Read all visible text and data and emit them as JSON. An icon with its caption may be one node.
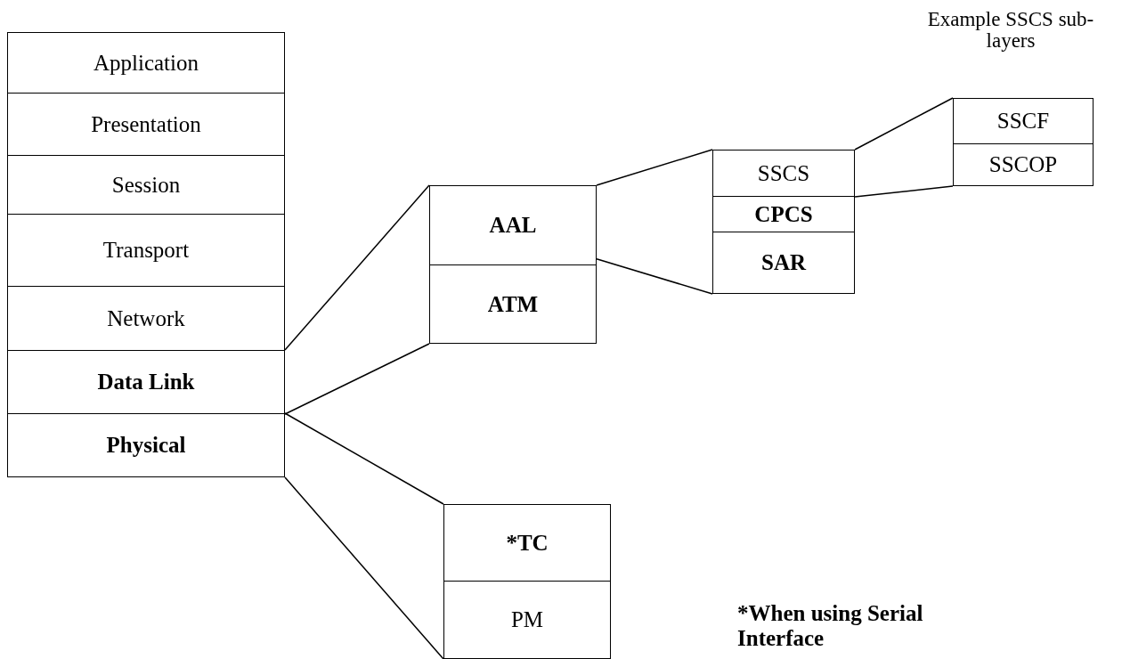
{
  "diagram": {
    "nodes": [
      {
        "text": [
          "Application"
        ]
      },
      {
        "text": [
          "Presentation"
        ]
      },
      {
        "text": [
          "Session"
        ]
      },
      {
        "text": [
          "Transport"
        ]
      },
      {
        "text": [
          "Network"
        ]
      },
      {
        "text": [
          "Data Link"
        ]
      },
      {
        "text": [
          "Physical"
        ]
      },
      {
        "text": [
          "AAL"
        ]
      },
      {
        "text": [
          "ATM"
        ]
      },
      {
        "text": [
          "SSCS"
        ]
      },
      {
        "text": [
          "CPCS"
        ]
      },
      {
        "text": [
          "SAR"
        ]
      },
      {
        "text": [
          "SSCF"
        ]
      },
      {
        "text": [
          "SSCOP"
        ]
      },
      {
        "text": [
          "*TC"
        ]
      },
      {
        "text": [
          "PM"
        ]
      }
    ],
    "edges": [
      {
        "from": 5,
        "to": 7,
        "arrow": "none"
      },
      {
        "from": 5,
        "to": 8,
        "arrow": "none"
      },
      {
        "from": 6,
        "to": 14,
        "arrow": "none"
      },
      {
        "from": 6,
        "to": 15,
        "arrow": "none"
      },
      {
        "from": 7,
        "to": 9,
        "arrow": "none"
      },
      {
        "from": 7,
        "to": 11,
        "arrow": "none"
      },
      {
        "from": 9,
        "to": 12,
        "arrow": "none"
      },
      {
        "from": 9,
        "to": 13,
        "arrow": "none"
      }
    ],
    "labels": [
      "Example SSCS sub-layers",
      "*When using Serial Interface"
    ]
  }
}
